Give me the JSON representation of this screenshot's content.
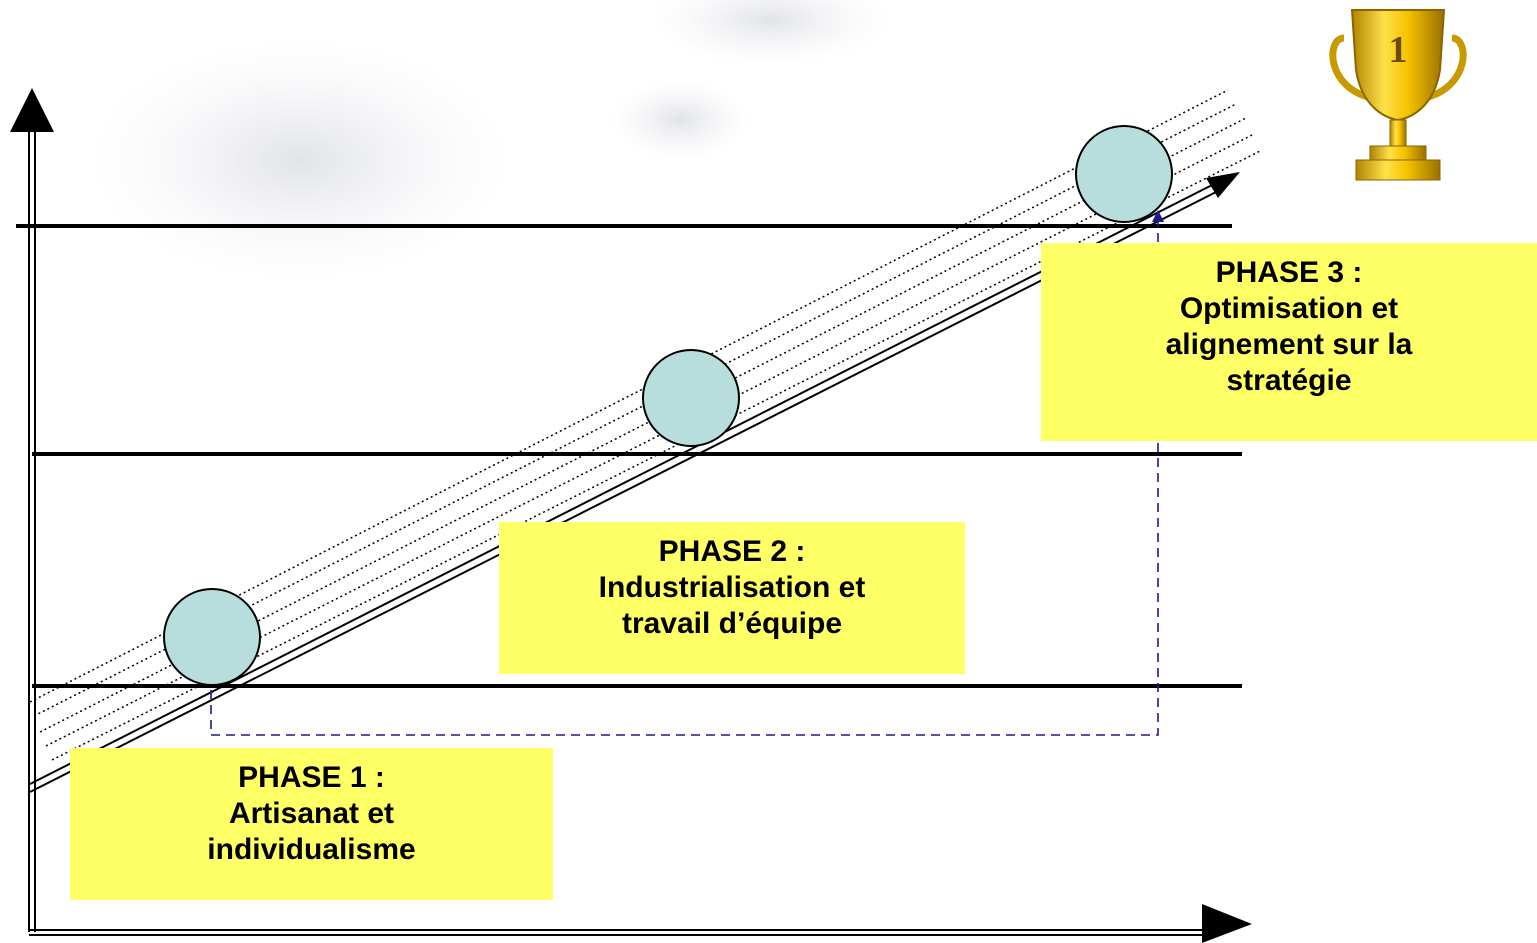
{
  "phases": [
    {
      "id": "phase1",
      "title": "PHASE 1 :",
      "lines": [
        "Artisanat et",
        "individualisme"
      ]
    },
    {
      "id": "phase2",
      "title": "PHASE 2 :",
      "lines": [
        "Industrialisation et",
        "travail d’équipe"
      ]
    },
    {
      "id": "phase3",
      "title": "PHASE 3 :",
      "lines": [
        "Optimisation et",
        "alignement sur la",
        "stratégie"
      ]
    }
  ],
  "colors": {
    "box_fill": "#ffff66",
    "milestone_fill": "#b7dedd",
    "connector": "#1a1a8c",
    "axis": "#000000"
  },
  "icons": [
    "trophy-icon"
  ],
  "trophy_label": "1"
}
